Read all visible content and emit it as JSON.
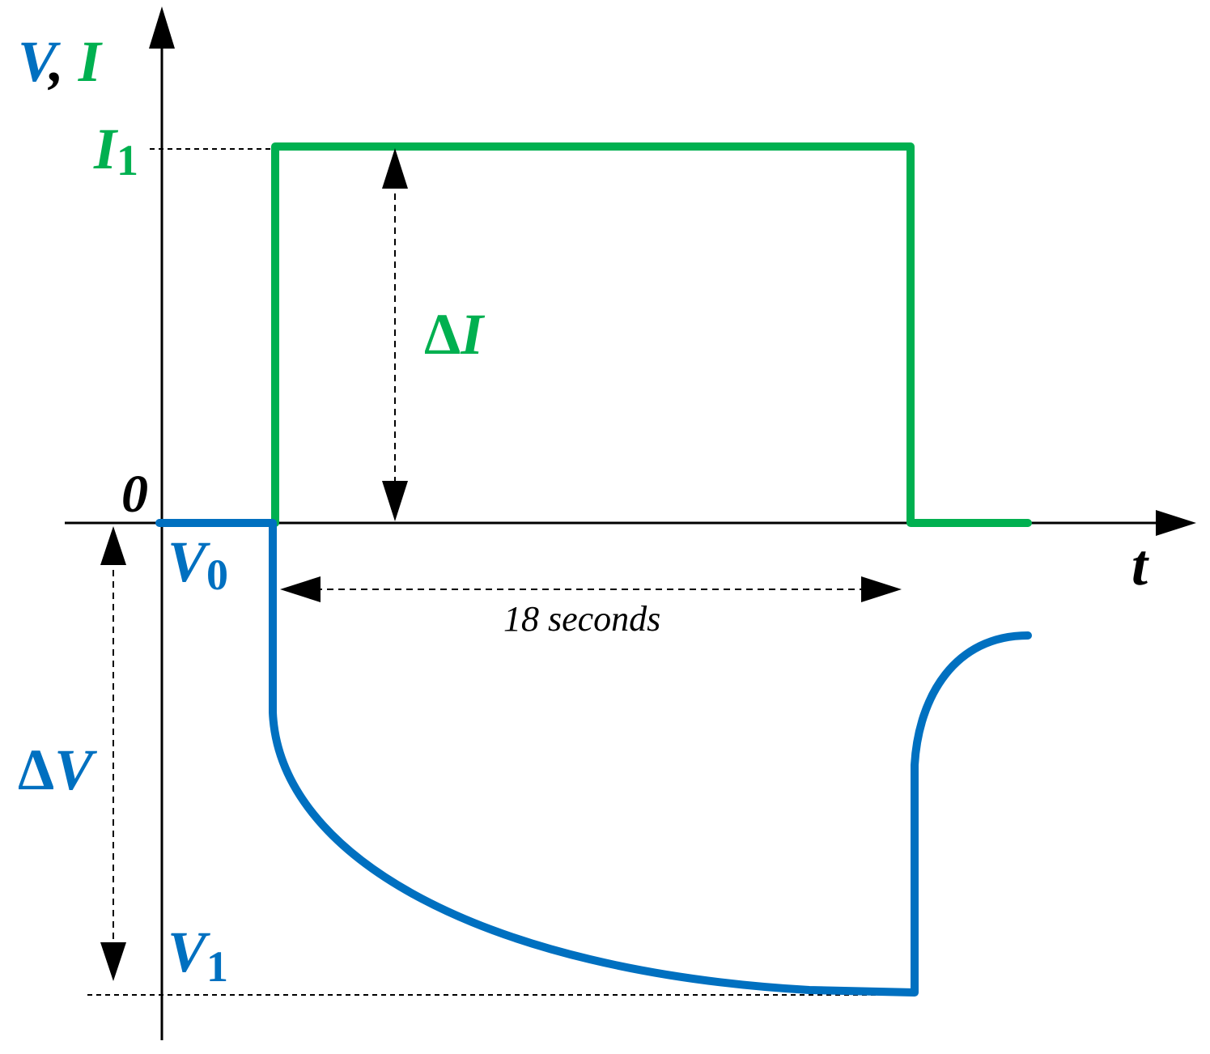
{
  "axes": {
    "y_label_v": "V",
    "y_label_sep": ", ",
    "y_label_i": "I",
    "x_label": "t",
    "origin": "0"
  },
  "labels": {
    "i1_main": "I",
    "i1_sub": "1",
    "delta_i_symbol": "Δ",
    "delta_i_var": "I",
    "v0_main": "V",
    "v0_sub": "0",
    "v1_main": "V",
    "v1_sub": "1",
    "delta_v_symbol": "Δ",
    "delta_v_var": "V",
    "duration": "18 seconds"
  },
  "colors": {
    "voltage": "#0070C0",
    "current": "#00B050",
    "axis": "#000000"
  }
}
